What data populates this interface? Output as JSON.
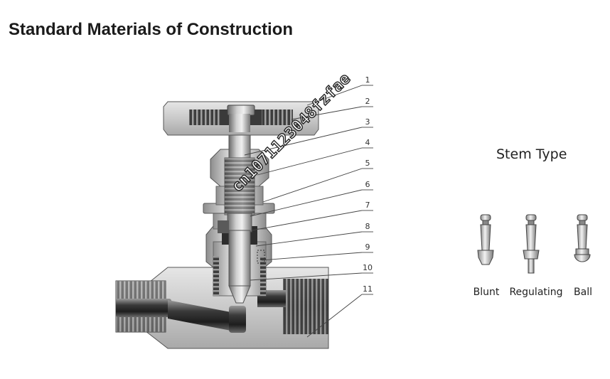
{
  "header": {
    "title": "Standard Materials of Construction"
  },
  "diagram": {
    "callouts": [
      "1",
      "2",
      "3",
      "4",
      "5",
      "6",
      "7",
      "8",
      "9",
      "10",
      "11"
    ],
    "watermark": "cn1071123048fzfae"
  },
  "stem_types": {
    "heading": "Stem Type",
    "items": [
      {
        "label": "Blunt",
        "icon": "blunt-stem-icon"
      },
      {
        "label": "Regulating",
        "icon": "regulating-stem-icon"
      },
      {
        "label": "Ball",
        "icon": "ball-stem-icon"
      }
    ]
  },
  "colors": {
    "metal_light": "#d8d8d8",
    "metal_mid": "#a6a6a6",
    "metal_dark": "#555555",
    "line": "#2a2a2a"
  }
}
